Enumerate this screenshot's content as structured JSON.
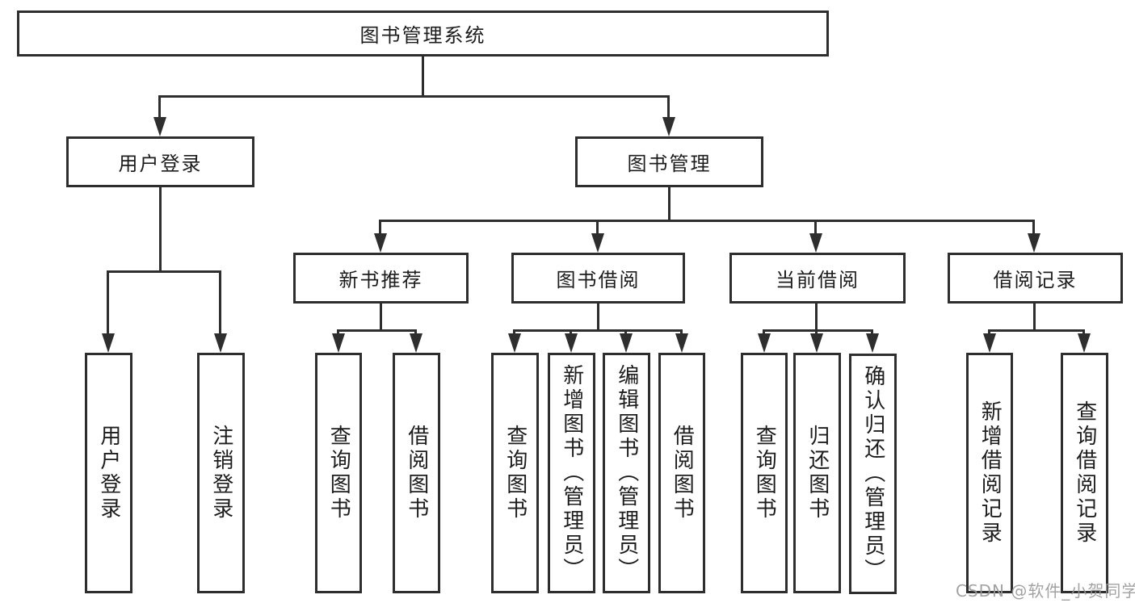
{
  "tree": {
    "label": "图书管理系统",
    "children": [
      {
        "label": "用户登录",
        "children": [
          {
            "label": "用户登录"
          },
          {
            "label": "注销登录"
          }
        ]
      },
      {
        "label": "图书管理",
        "children": [
          {
            "label": "新书推荐",
            "children": [
              {
                "label": "查询图书"
              },
              {
                "label": "借阅图书"
              }
            ]
          },
          {
            "label": "图书借阅",
            "children": [
              {
                "label": "查询图书"
              },
              {
                "label": "新增图书（管理员）"
              },
              {
                "label": "编辑图书（管理员）"
              },
              {
                "label": "借阅图书"
              }
            ]
          },
          {
            "label": "当前借阅",
            "children": [
              {
                "label": "查询图书"
              },
              {
                "label": "归还图书"
              },
              {
                "label": "确认归还（管理员）"
              }
            ]
          },
          {
            "label": "借阅记录",
            "children": [
              {
                "label": "新增借阅记录"
              },
              {
                "label": "查询借阅记录"
              }
            ]
          }
        ]
      }
    ]
  },
  "watermark": {
    "text": "CSDN @软件_小贺同学"
  },
  "colors": {
    "line": "#2e2e2e",
    "text": "#1c1c1c",
    "background": "#ffffff",
    "watermark": "#999999"
  }
}
